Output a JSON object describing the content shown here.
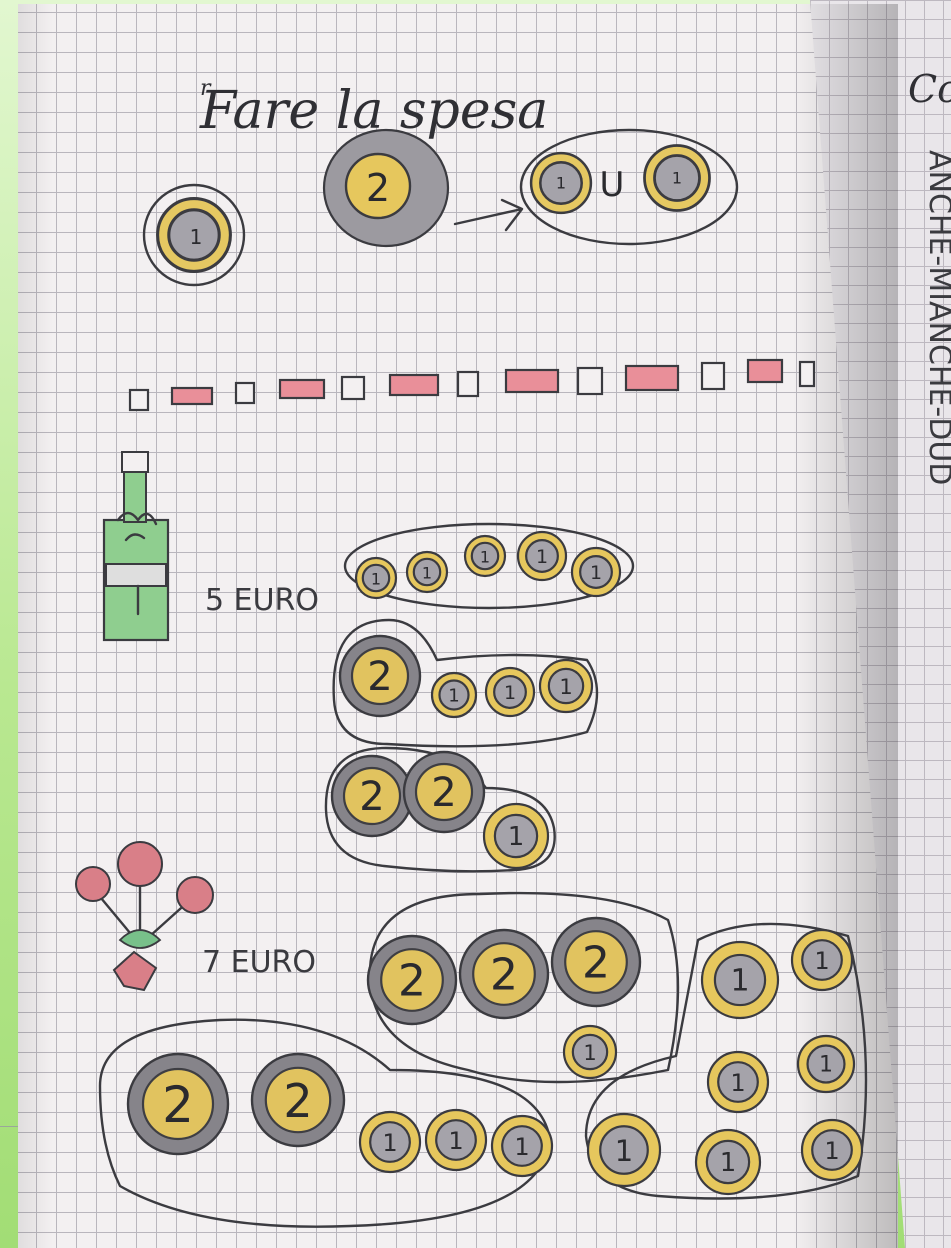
{
  "notebook": {
    "title_initial": "r",
    "title": "Fare la spesa",
    "side_title": "Co",
    "side_letters": "ANCHE-MIANCHE-DUD"
  },
  "exchange": {
    "left_coin": "1",
    "big_coin": "2",
    "result_coins": [
      "1",
      "1"
    ],
    "union_mark": "U"
  },
  "pattern_colors": {
    "empty": "#f3f0f1",
    "filled": "#e98f99"
  },
  "items": [
    {
      "label": "5 EURO",
      "icon": "oil-bottle-icon",
      "groupings": [
        {
          "coins": [
            "1",
            "1",
            "1",
            "1",
            "1"
          ]
        },
        {
          "coins": [
            "2",
            "1",
            "1",
            "1"
          ]
        },
        {
          "coins": [
            "2",
            "2",
            "1"
          ]
        }
      ]
    },
    {
      "label": "7 EURO",
      "icon": "flowers-icon",
      "groupings": [
        {
          "coins": [
            "2",
            "2",
            "2",
            "1"
          ]
        },
        {
          "coins": [
            "1",
            "1",
            "1",
            "1",
            "1",
            "1",
            "1"
          ]
        },
        {
          "coins": [
            "2",
            "2",
            "1",
            "1",
            "1"
          ]
        }
      ]
    }
  ],
  "colors": {
    "grid": "#b9b6bd",
    "paper": "#f3f0f1",
    "coin_gold": "#e6c75d",
    "coin_silver": "#9b9aa0",
    "bottle_green": "#8fce8f",
    "flower_pink": "#d97f88",
    "background": "#a6e07c"
  }
}
